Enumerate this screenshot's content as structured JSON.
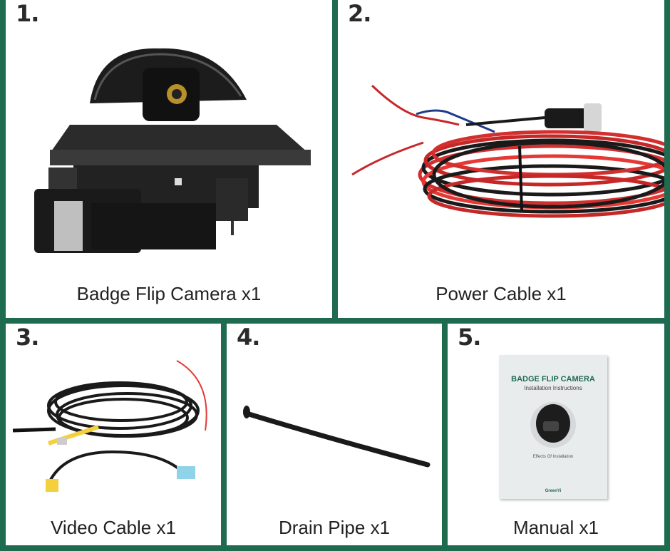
{
  "items": [
    {
      "number": "1.",
      "caption": "Badge Flip Camera x1",
      "icon": "badge-flip-camera-image"
    },
    {
      "number": "2.",
      "caption": "Power Cable x1",
      "icon": "power-cable-image"
    },
    {
      "number": "3.",
      "caption": "Video Cable x1",
      "icon": "video-cable-image"
    },
    {
      "number": "4.",
      "caption": "Drain Pipe x1",
      "icon": "drain-pipe-image"
    },
    {
      "number": "5.",
      "caption": "Manual x1",
      "icon": "manual-image"
    }
  ],
  "manual": {
    "title": "BADGE FLIP CAMERA",
    "subtitle": "Installation Instructions",
    "caption": "Effects Of Installation",
    "brand": "GreenYi"
  },
  "colors": {
    "border": "#1f6b50",
    "panel": "#ffffff",
    "text": "#222222"
  }
}
